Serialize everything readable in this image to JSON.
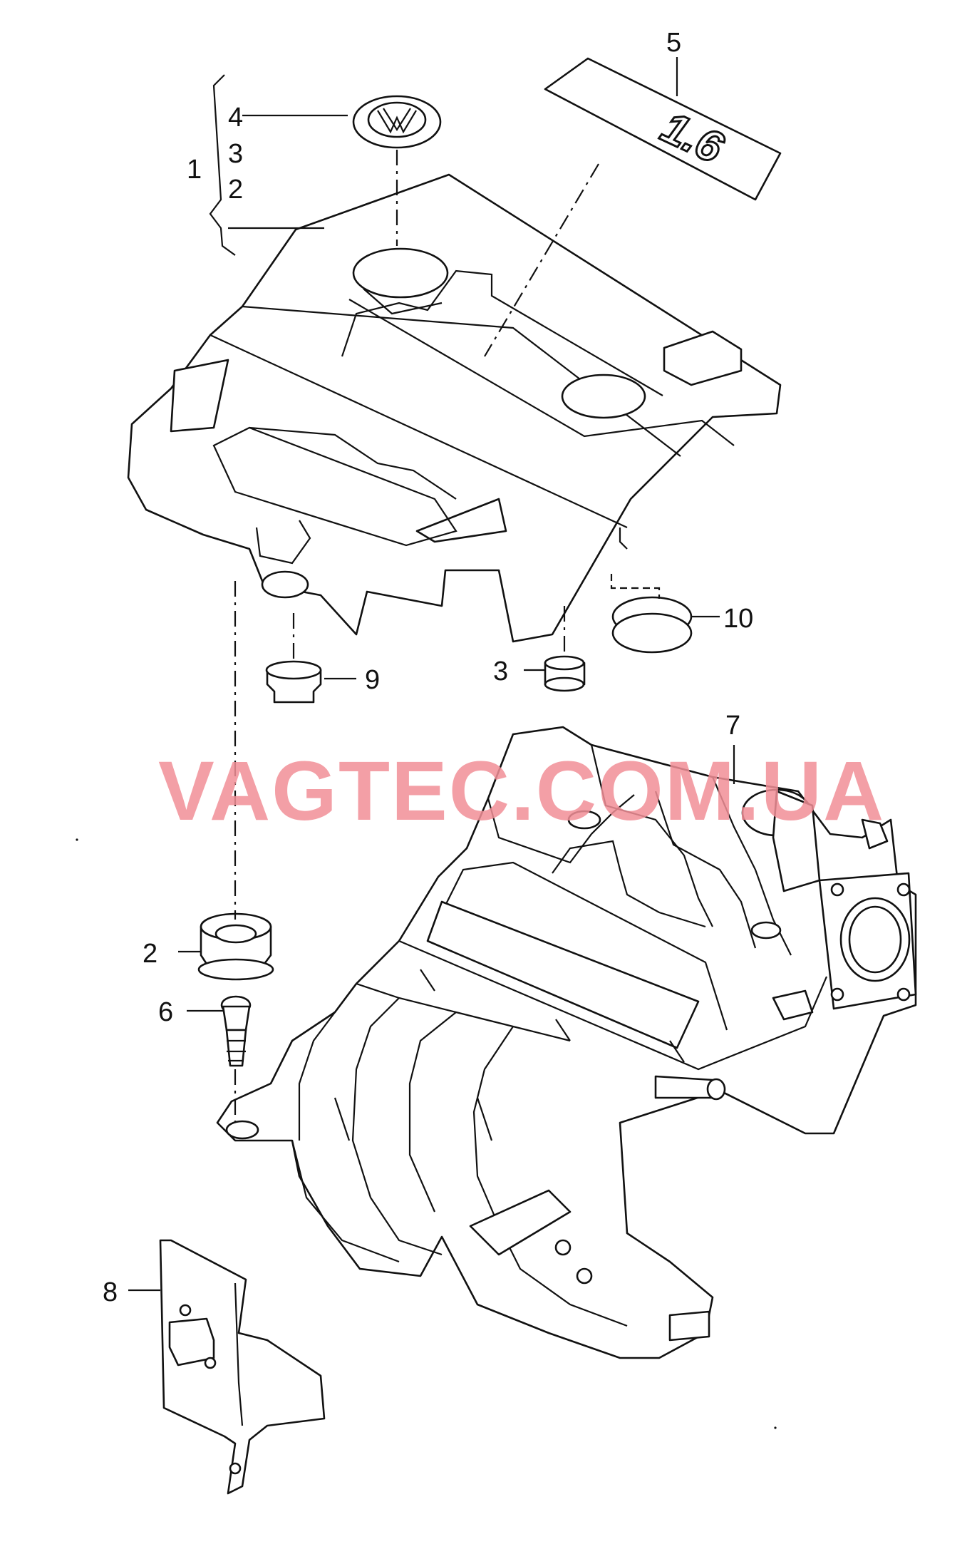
{
  "labels": {
    "l1": "1",
    "l2a": "2",
    "l2b": "2",
    "l3a": "3",
    "l3b": "3",
    "l4": "4",
    "l5": "5",
    "l6": "6",
    "l7": "7",
    "l8": "8",
    "l9": "9",
    "l10": "10"
  },
  "badge_text": "1.6",
  "watermark": "VAGTEC.COM.UA",
  "colors": {
    "watermark": "#f28f97",
    "ink": "#111111",
    "background": "#ffffff"
  }
}
